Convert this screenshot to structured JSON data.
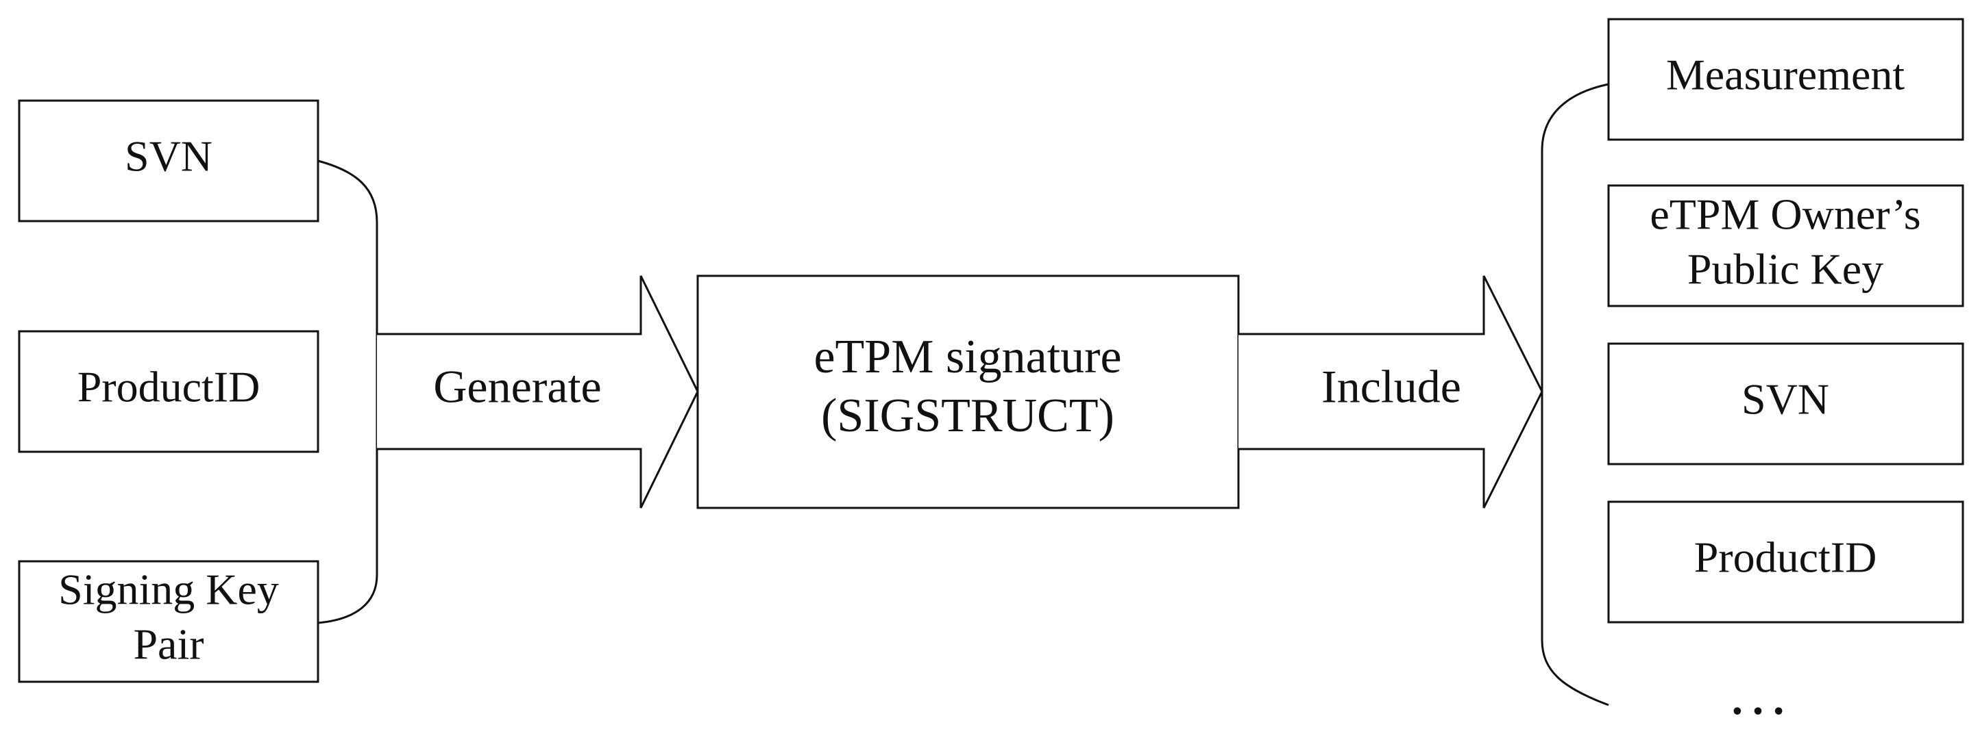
{
  "inputs": [
    "SVN",
    "ProductID",
    [
      "Signing Key",
      "Pair"
    ]
  ],
  "generate_label": "Generate",
  "center": [
    "eTPM signature",
    "(SIGSTRUCT)"
  ],
  "include_label": "Include",
  "outputs": [
    "Measurement",
    [
      "eTPM Owner’s",
      "Public Key"
    ],
    "SVN",
    "ProductID"
  ],
  "ellipsis": "…"
}
